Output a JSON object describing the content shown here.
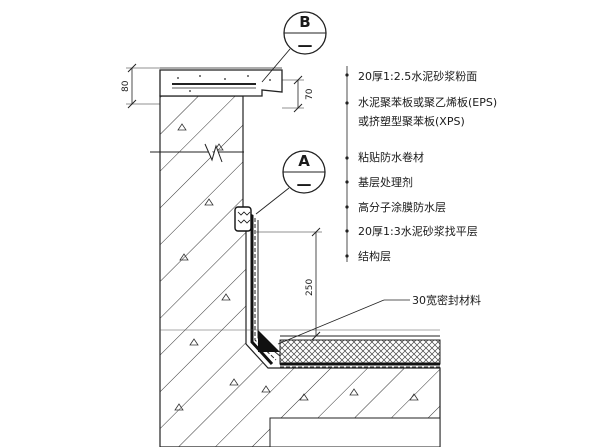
{
  "detail_markers": [
    {
      "letter": "B",
      "sub": "—"
    },
    {
      "letter": "A",
      "sub": "—"
    }
  ],
  "callouts": [
    "20厚1:2.5水泥砂浆粉面",
    "水泥聚苯板或聚乙烯板(EPS)",
    "或挤塑型聚苯板(XPS)",
    "粘贴防水卷材",
    "基层处理剂",
    "高分子涂膜防水层",
    "20厚1:3水泥砂浆找平层",
    "结构层"
  ],
  "dimensions": {
    "cap_height": "80",
    "cap_inner": "70",
    "upturn_height": "250"
  },
  "seal_note": "30宽密封材料"
}
